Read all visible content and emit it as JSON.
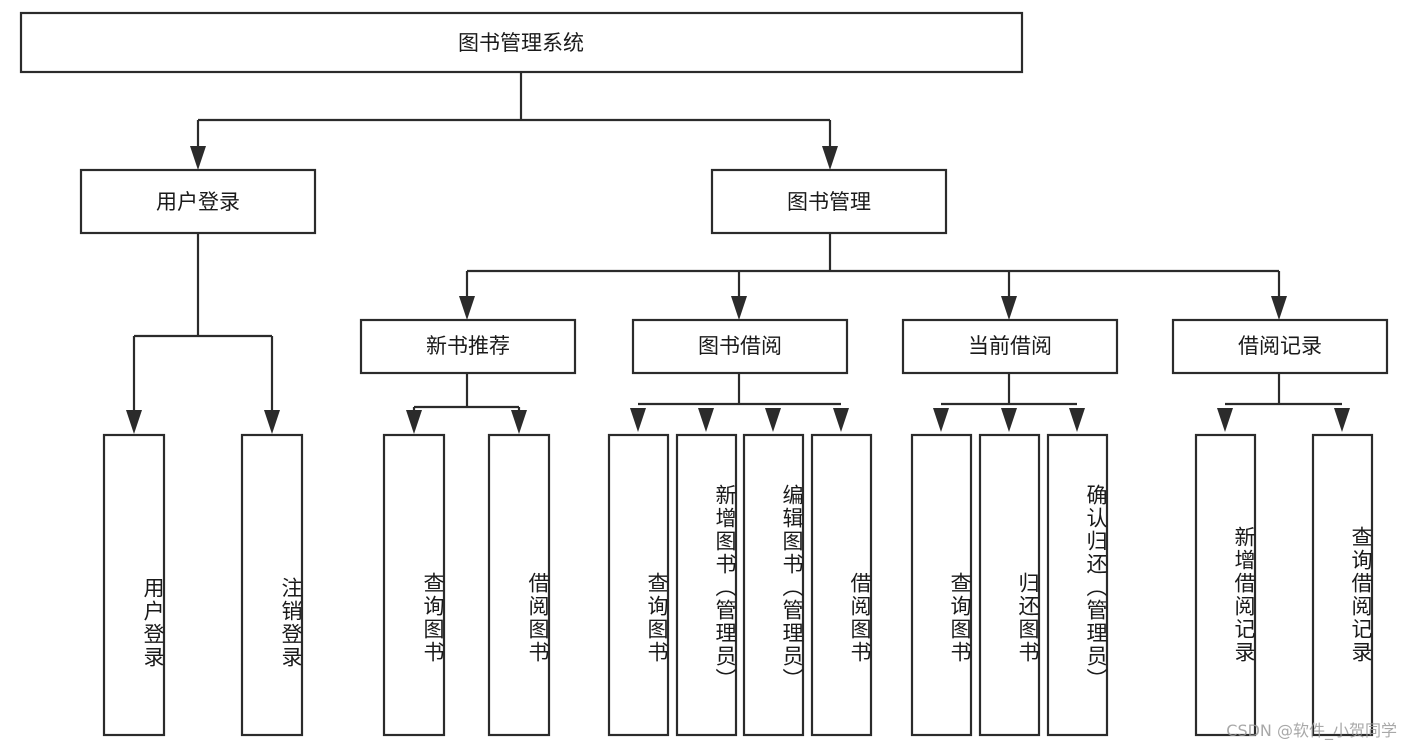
{
  "diagram": {
    "type": "hierarchy-tree",
    "orientation": "top-down",
    "background_color": "#ffffff",
    "line_color": "#2b2b2b",
    "text_color": "#1a1a1a",
    "root": {
      "label": "图书管理系统"
    },
    "level2": [
      {
        "label": "用户登录"
      },
      {
        "label": "图书管理"
      }
    ],
    "level3": [
      {
        "label": "新书推荐"
      },
      {
        "label": "图书借阅"
      },
      {
        "label": "当前借阅"
      },
      {
        "label": "借阅记录"
      }
    ],
    "leaves": {
      "user_login": [
        {
          "label": "用户登录"
        },
        {
          "label": "注销登录"
        }
      ],
      "new_book_recommend": [
        {
          "label": "查询图书"
        },
        {
          "label": "借阅图书"
        }
      ],
      "book_borrow": [
        {
          "label": "查询图书"
        },
        {
          "label": "新增图书（管理员）"
        },
        {
          "label": "编辑图书（管理员）"
        },
        {
          "label": "借阅图书"
        }
      ],
      "current_borrow": [
        {
          "label": "查询图书"
        },
        {
          "label": "归还图书"
        },
        {
          "label": "确认归还（管理员）"
        }
      ],
      "borrow_record": [
        {
          "label": "新增借阅记录"
        },
        {
          "label": "查询借阅记录"
        }
      ]
    }
  },
  "watermark": {
    "text": "CSDN @软件_小贺同学"
  }
}
